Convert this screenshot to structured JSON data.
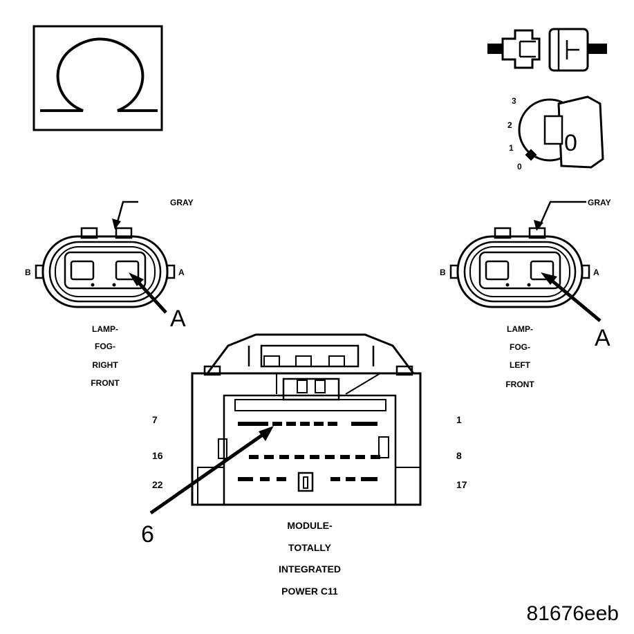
{
  "ohm_symbol": "Ω",
  "key_switch": {
    "positions": [
      "3",
      "2",
      "1",
      "0"
    ],
    "key_glyph": "0"
  },
  "lamp_right": {
    "wire_color": "GRAY",
    "pin_b": "B",
    "pin_a": "A",
    "callout": "A",
    "name": [
      "LAMP-",
      "FOG-",
      "RIGHT",
      "FRONT"
    ]
  },
  "lamp_left": {
    "wire_color": "GRAY",
    "pin_b": "B",
    "pin_a": "A",
    "callout": "A",
    "name": [
      "LAMP-",
      "FOG-",
      "LEFT",
      "FRONT"
    ]
  },
  "module": {
    "row_labels_left": [
      "7",
      "16",
      "22"
    ],
    "row_labels_right": [
      "1",
      "8",
      "17"
    ],
    "callout": "6",
    "name": [
      "MODULE-",
      "TOTALLY",
      "INTEGRATED",
      "POWER C11"
    ]
  },
  "figure_id": "81676eeb"
}
